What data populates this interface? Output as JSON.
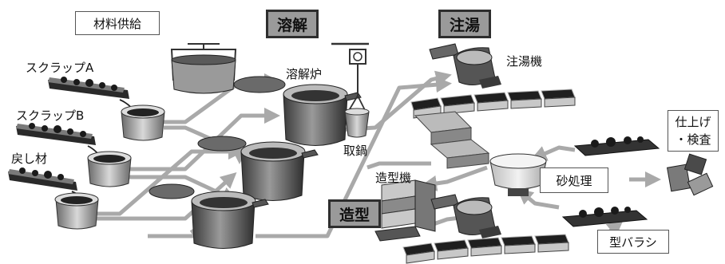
{
  "labels": {
    "material_supply": "材料供給",
    "scrap_a": "スクラップA",
    "scrap_b": "スクラップB",
    "return_material": "戻し材",
    "melting_furnace": "溶解炉",
    "ladle": "取鍋",
    "pouring_machine": "注湯機",
    "molding_machine": "造型機",
    "sand_processing": "砂処理",
    "shakeout": "型バラシ",
    "finishing_line1": "仕上げ",
    "finishing_line2": "・検査"
  },
  "stages": {
    "melting": "溶解",
    "pouring": "注湯",
    "molding": "造型"
  },
  "colors": {
    "arrow": "#a9a9a9",
    "equipment_dark": "#4a4a4a",
    "stage_fill": "#9a9a9a"
  }
}
